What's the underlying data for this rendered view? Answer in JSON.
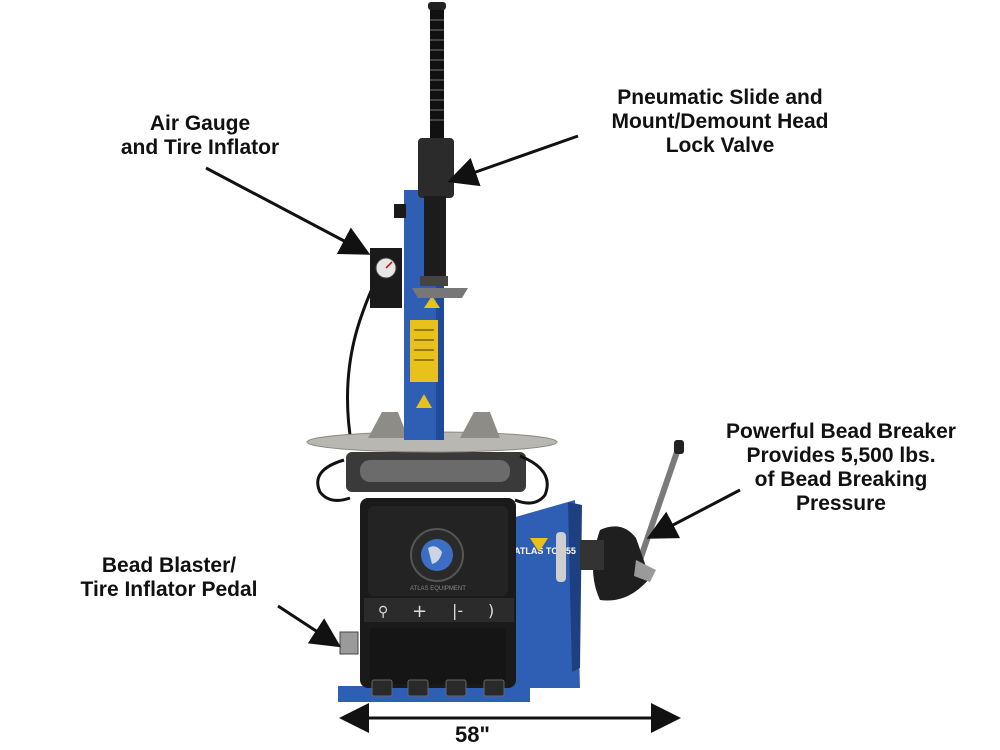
{
  "labels": {
    "air_gauge": [
      "Air Gauge",
      "and Tire Inflator"
    ],
    "pneumatic": [
      "Pneumatic Slide and",
      "Mount/Demount Head",
      "Lock Valve"
    ],
    "bead_breaker": [
      "Powerful Bead Breaker",
      "Provides 5,500 lbs.",
      "of Bead Breaking",
      "Pressure"
    ],
    "bead_blaster": [
      "Bead Blaster/",
      "Tire Inflator Pedal"
    ],
    "width_dimension": "58\"",
    "brand_label": "ATLAS TC-755",
    "logo_text": "ATLAS EQUIPMENT"
  },
  "colors": {
    "machine_blue": "#2f5fb4",
    "machine_black": "#1a1a1a",
    "arrow": "#111111",
    "warning_yellow": "#e8c21a",
    "turntable_gray": "#b9b7b2"
  }
}
